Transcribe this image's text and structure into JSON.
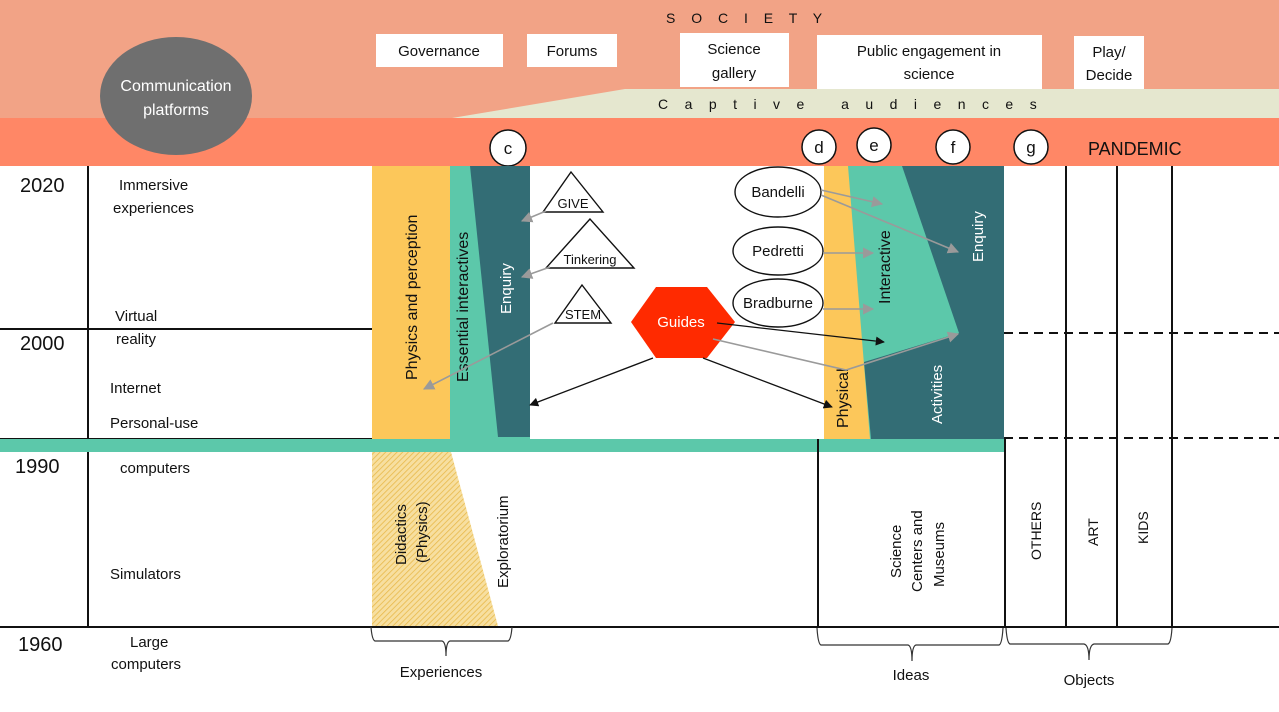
{
  "society": {
    "label": "S  O  C  I  E  T  Y",
    "boxes": [
      {
        "lines": [
          "Governance"
        ]
      },
      {
        "lines": [
          "Forums"
        ]
      },
      {
        "lines": [
          "Science",
          "gallery"
        ]
      },
      {
        "lines": [
          "Public engagement in",
          "science"
        ]
      },
      {
        "lines": [
          "Play/",
          "Decide"
        ]
      }
    ]
  },
  "captive_audiences": "C   a   p   t   i   v   e       a   u   d   i   e   n   c   e   s",
  "communication_platforms": [
    "Communication",
    "platforms"
  ],
  "pandemic": {
    "label": "PANDEMIC",
    "markers": [
      "c",
      "d",
      "e",
      "f",
      "g"
    ]
  },
  "timeline": {
    "years": [
      "2020",
      "2000",
      "1990",
      "1960"
    ],
    "platforms": [
      "Immersive",
      "experiences",
      "Virtual",
      "reality",
      "Internet",
      "Personal-use",
      "computers",
      "Simulators",
      "Large",
      "computers"
    ]
  },
  "experiences": {
    "physics_and_perception": "Physics and perception",
    "essential_interactives": "Essential  interactives",
    "enquiry": "Enquiry",
    "didactics": [
      "Didactics",
      "(Physics)"
    ],
    "exploratorium": "Exploratorium",
    "influences": [
      "GIVE",
      "Tinkering",
      "STEM"
    ],
    "bracket_label": "Experiences"
  },
  "guides": "Guides",
  "ideas": {
    "authors": [
      "Bandelli",
      "Pedretti",
      "Bradburne"
    ],
    "physical": "Physical",
    "interactive": "Interactive",
    "enquiry": "Enquiry",
    "activities": "Activities",
    "science_centers": [
      "Science",
      "Centers and",
      "Museums"
    ],
    "bracket_label": "Ideas"
  },
  "objects": {
    "columns": [
      "OTHERS",
      "ART",
      "KIDS"
    ],
    "bracket_label": "Objects"
  },
  "colors": {
    "society_band": "#F2A386",
    "pandemic_band": "#FF8766",
    "captive_band": "#E5E7CF",
    "yellow": "#FCC75A",
    "teal_light": "#5CC8AA",
    "teal_dark": "#336D75",
    "guides_red": "#FF2A00",
    "platform_grey": "#6F6F6F"
  }
}
